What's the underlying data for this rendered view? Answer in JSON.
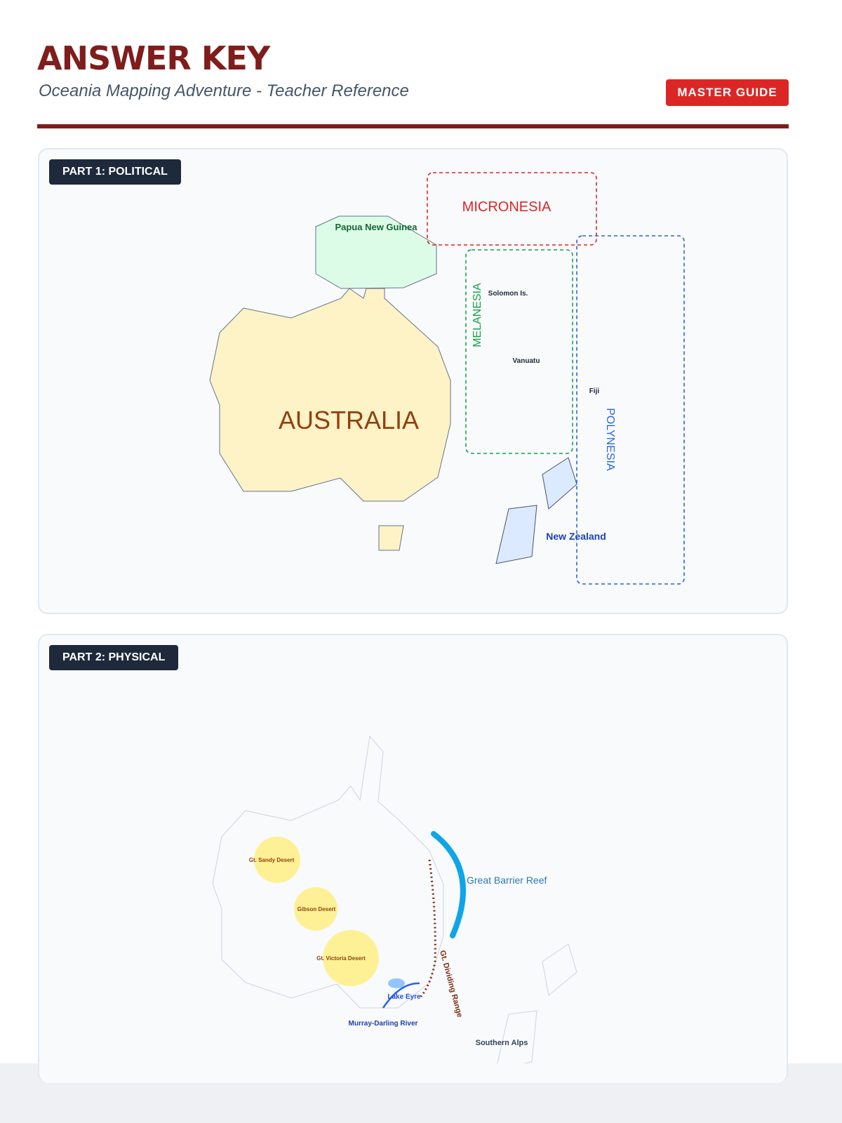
{
  "header": {
    "title": "ANSWER KEY",
    "subtitle": "Oceania Mapping Adventure - Teacher Reference",
    "badge": "MASTER GUIDE"
  },
  "part1": {
    "label": "PART 1: POLITICAL",
    "labels": {
      "png": "Papua New Guinea",
      "australia": "AUSTRALIA",
      "micronesia": "MICRONESIA",
      "melanesia": "MELANESIA",
      "polynesia": "POLYNESIA",
      "solomon": "Solomon Is.",
      "vanuatu": "Vanuatu",
      "fiji": "Fiji",
      "nz": "New Zealand"
    }
  },
  "part2": {
    "label": "PART 2: PHYSICAL",
    "labels": {
      "sandy": "Gt. Sandy Desert",
      "gibson": "Gibson Desert",
      "victoria": "Gt. Victoria Desert",
      "reef": "Great Barrier Reef",
      "range": "Gt. Dividing Range",
      "eyre": "Lake Eyre",
      "murray": "Murray-Darling River",
      "alps": "Southern Alps"
    }
  },
  "colors": {
    "brand": "#7f1d1d",
    "badge": "#dc2626",
    "micronesia": "#dc2626",
    "melanesia": "#16a34a",
    "polynesia": "#2563eb"
  }
}
